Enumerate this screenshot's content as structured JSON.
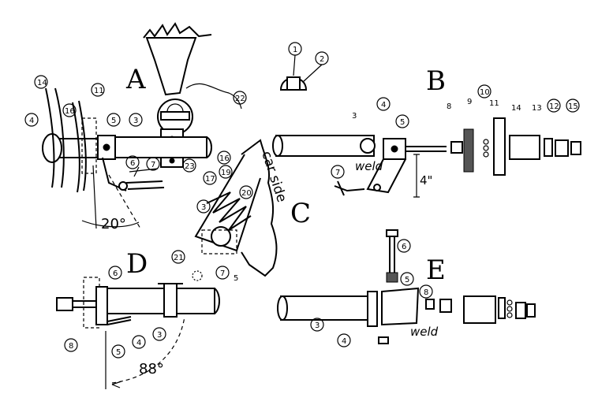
{
  "sections": {
    "a": "A",
    "b": "B",
    "c": "C",
    "d": "D",
    "e": "E"
  },
  "texts": {
    "weld_b": "weld",
    "weld_e": "weld",
    "car_side": "car side",
    "four_inch": "4\"",
    "angle_20": "20°",
    "angle_88": "88°"
  },
  "callouts": {
    "a": [
      "1",
      "2",
      "3",
      "4",
      "5",
      "6",
      "7",
      "11",
      "14",
      "16",
      "22",
      "23"
    ],
    "b": [
      "3",
      "4",
      "5",
      "7",
      "8",
      "9",
      "10",
      "11",
      "12",
      "13",
      "14",
      "15"
    ],
    "c": [
      "3",
      "5",
      "7",
      "16",
      "17",
      "19",
      "20",
      "21"
    ],
    "d": [
      "3",
      "4",
      "6",
      "8"
    ],
    "e": [
      "3",
      "4",
      "5",
      "6",
      "8"
    ]
  }
}
